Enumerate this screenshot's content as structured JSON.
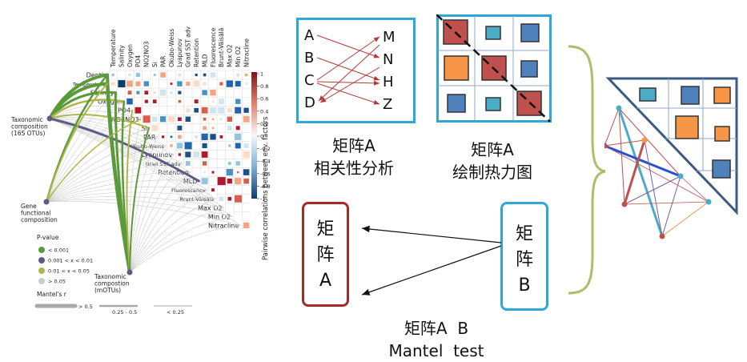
{
  "left_figure": {
    "column_headers": [
      "Temperature",
      "Salinity",
      "Oxygen",
      "PO4",
      "NO2NO3",
      "Si",
      "PAR",
      "Okubo-Weiss",
      "Lyapunov",
      "Grad SST adv",
      "Retention",
      "MLD",
      "Fluorescence",
      "Brunt-Väisälä",
      "Max O2",
      "Min O2",
      "Nitracline"
    ],
    "row_labels": [
      "Depth",
      "Temperature",
      "Salinity",
      "Oxygen",
      "PO4",
      "NO2NO3",
      "Si",
      "PAR",
      "Okubo-Weiss",
      "Lyapunov",
      "Grad SST adv",
      "Retention",
      "MLD",
      "Fluorescence",
      "Brunt-Väisälä",
      "Max O2",
      "Min O2",
      "Nitracline"
    ],
    "nodes": [
      "Taxonomic composition (16S OTUs)",
      "Gene functional composition",
      "Taxonomic compostion (mOTUs)"
    ],
    "colorbar_ticks": [
      "1",
      "0.8",
      "0.6",
      "0.4",
      "0.2",
      "0",
      "-0.2",
      "-0.4",
      "-0.6",
      "-0.8",
      "-1"
    ],
    "colorbar_title": "Pairwise correlations between env. factors",
    "legend": {
      "pvalue_title": "P-value",
      "pvalue_items": [
        {
          "label": "< 0.001",
          "color": "#5a9a3a"
        },
        {
          "label": "0.001 < x < 0.01",
          "color": "#5e5a86"
        },
        {
          "label": "0.01 < x < 0.05",
          "color": "#b0b54a"
        },
        {
          "label": "> 0.05",
          "color": "#cccccc"
        }
      ],
      "mantel_title": "Mantel's r",
      "mantel_items": [
        "> 0.5",
        "0.25 - 0.5",
        "< 0.25"
      ]
    }
  },
  "correlation": {
    "left": [
      "A",
      "B",
      "C",
      "D"
    ],
    "right": [
      "M",
      "N",
      "H",
      "Z"
    ],
    "caption_line1": "矩阵A",
    "caption_line2": "相关性分析"
  },
  "heatmap": {
    "caption_line1": "矩阵A",
    "caption_line2": "绘制热力图"
  },
  "mantel": {
    "box_a": [
      "矩",
      "阵",
      "A"
    ],
    "box_b": [
      "矩",
      "阵",
      "B"
    ],
    "caption_line1": "矩阵A  B",
    "caption_line2": "Mantel  test"
  },
  "colors": {
    "frame_blue": "#2ea8d8",
    "matrix_red": "#a52a2a",
    "cell_red": "#c0504d",
    "cell_orange": "#f79646",
    "cell_blue": "#4f81bd",
    "cell_teal": "#4bacc6",
    "bracket": "#a8c06a",
    "triangle_border": "#3d5a80"
  }
}
